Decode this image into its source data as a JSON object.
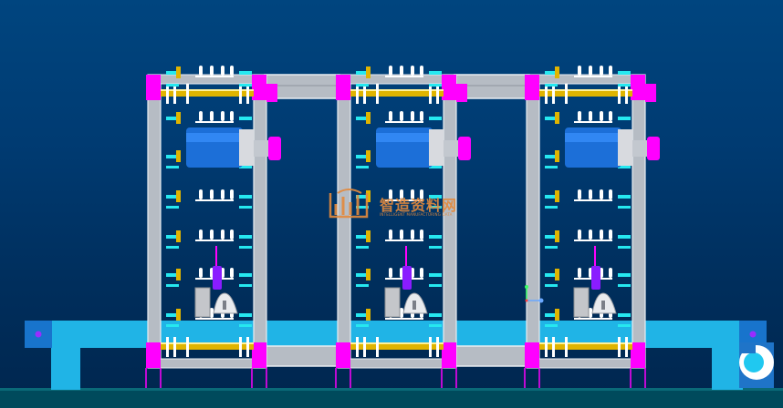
{
  "viewport": {
    "background_top": "#00457f",
    "background_bottom": "#00264e"
  },
  "model": {
    "frame_count": 3,
    "colors": {
      "beam": "#b6bcc4",
      "beam_edge": "#e8edf2",
      "base": "#20b4e6",
      "clamp": "#ff00ff",
      "roller": "#e0b400",
      "pin": "#ffffff",
      "tab": "#26e8f0",
      "motor": "#1c6fd8",
      "spring": "#8a1cff"
    }
  },
  "watermark": {
    "title": "智造资料网",
    "subtitle": "INTELLIGENT MANUFACTURING DATA",
    "logo_icon": "book-logo-icon",
    "color": "#e48a3c"
  },
  "triad": {
    "icon": "axis-triad-icon"
  }
}
